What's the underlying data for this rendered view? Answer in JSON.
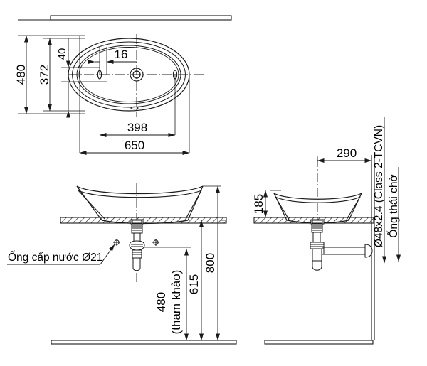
{
  "drawing": {
    "title": "Lavabo technical drawing",
    "line_color": "#1a1a1a",
    "background": "#ffffff",
    "views": {
      "top": {
        "name": "top-view",
        "dimensions": {
          "overall_width": "650",
          "inner_width": "398",
          "overall_depth": "480",
          "inner_depth": "372",
          "offset_top": "40",
          "hole_width": "16"
        }
      },
      "front": {
        "name": "front-elevation-view",
        "dimensions": {
          "trap_height": "480",
          "trap_height_note": "(tham khảo)",
          "supply_height": "615",
          "counter_height": "800"
        },
        "annotations": {
          "supply_pipe": "Ống cấp nước Ø21"
        }
      },
      "side": {
        "name": "side-elevation-view",
        "dimensions": {
          "basin_height": "185",
          "wall_offset": "290"
        },
        "annotations": {
          "waste_pipe_spec": "Ø48x2.4 (Class 2-TCVN)",
          "waste_pipe_label": "Ống thải chờ"
        }
      }
    }
  }
}
